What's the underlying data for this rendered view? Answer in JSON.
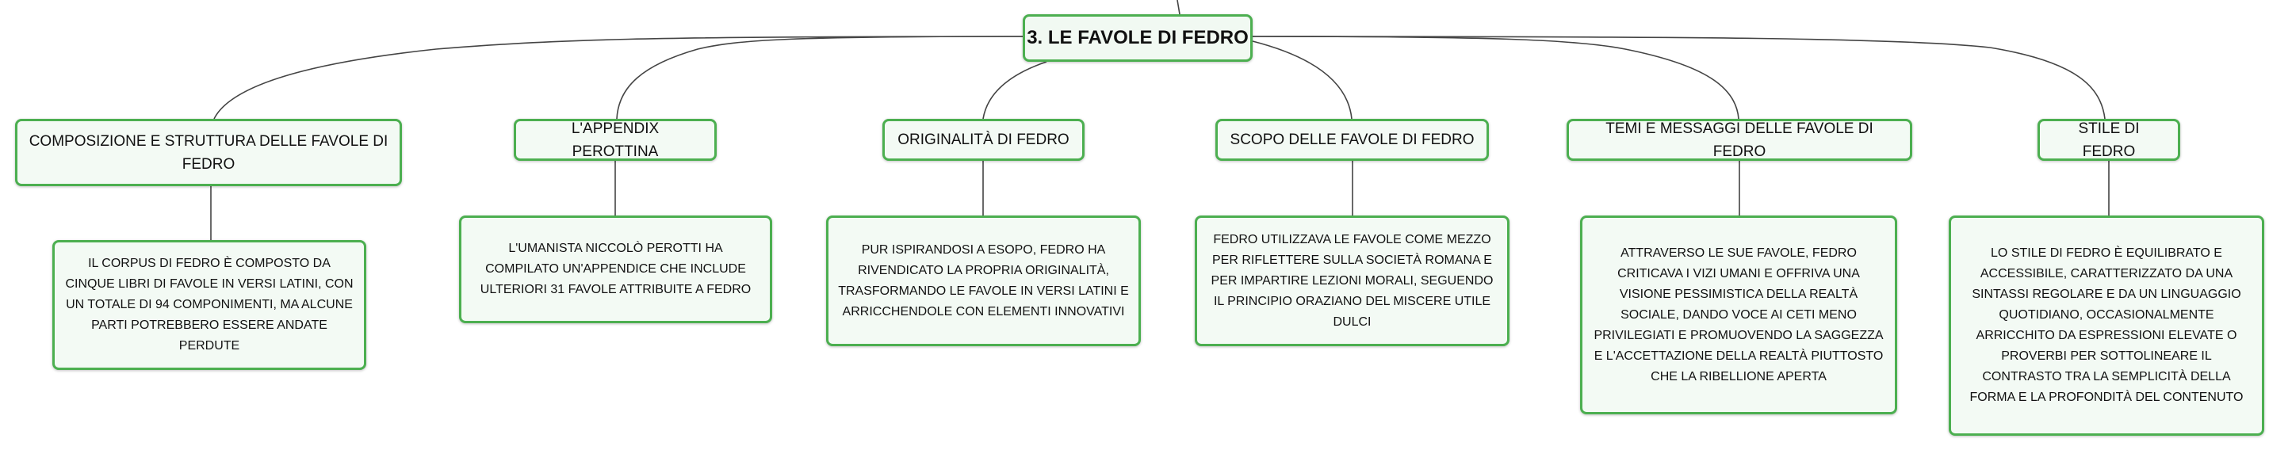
{
  "root": {
    "title": "3. LE FAVOLE DI FEDRO"
  },
  "branches": [
    {
      "label": "COMPOSIZIONE E STRUTTURA DELLE FAVOLE DI FEDRO",
      "detail": "IL CORPUS DI FEDRO È COMPOSTO DA CINQUE LIBRI DI FAVOLE IN VERSI LATINI, CON UN TOTALE DI 94 COMPONIMENTI, MA ALCUNE PARTI POTREBBERO ESSERE ANDATE PERDUTE"
    },
    {
      "label": "L'APPENDIX PEROTTINA",
      "detail": "L'UMANISTA NICCOLÒ PEROTTI HA COMPILATO UN'APPENDICE CHE INCLUDE ULTERIORI 31 FAVOLE ATTRIBUITE A FEDRO"
    },
    {
      "label": "ORIGINALITÀ DI FEDRO",
      "detail": "PUR ISPIRANDOSI A ESOPO, FEDRO HA RIVENDICATO LA PROPRIA ORIGINALITÀ, TRASFORMANDO LE FAVOLE IN VERSI LATINI E ARRICCHENDOLE CON ELEMENTI INNOVATIVI"
    },
    {
      "label": "SCOPO DELLE FAVOLE DI FEDRO",
      "detail": "FEDRO UTILIZZAVA LE FAVOLE COME MEZZO PER RIFLETTERE SULLA SOCIETÀ ROMANA E PER IMPARTIRE LEZIONI MORALI, SEGUENDO IL PRINCIPIO ORAZIANO DEL MISCERE UTILE DULCI"
    },
    {
      "label": "TEMI E MESSAGGI DELLE FAVOLE DI FEDRO",
      "detail": "ATTRAVERSO LE SUE FAVOLE, FEDRO CRITICAVA I VIZI UMANI E OFFRIVA UNA VISIONE PESSIMISTICA DELLA REALTÀ SOCIALE, DANDO VOCE AI CETI MENO PRIVILEGIATI E PROMUOVENDO LA SAGGEZZA E L'ACCETTAZIONE DELLA REALTÀ PIUTTOSTO CHE LA RIBELLIONE APERTA"
    },
    {
      "label": "STILE DI FEDRO",
      "detail": "LO STILE DI FEDRO È EQUILIBRATO E ACCESSIBILE, CARATTERIZZATO DA UNA SINTASSI REGOLARE E DA UN LINGUAGGIO QUOTIDIANO, OCCASIONALMENTE ARRICCHITO DA ESPRESSIONI ELEVATE O PROVERBI PER SOTTOLINEARE IL CONTRASTO TRA LA SEMPLICITÀ DELLA FORMA E LA PROFONDITÀ DEL CONTENUTO"
    }
  ]
}
